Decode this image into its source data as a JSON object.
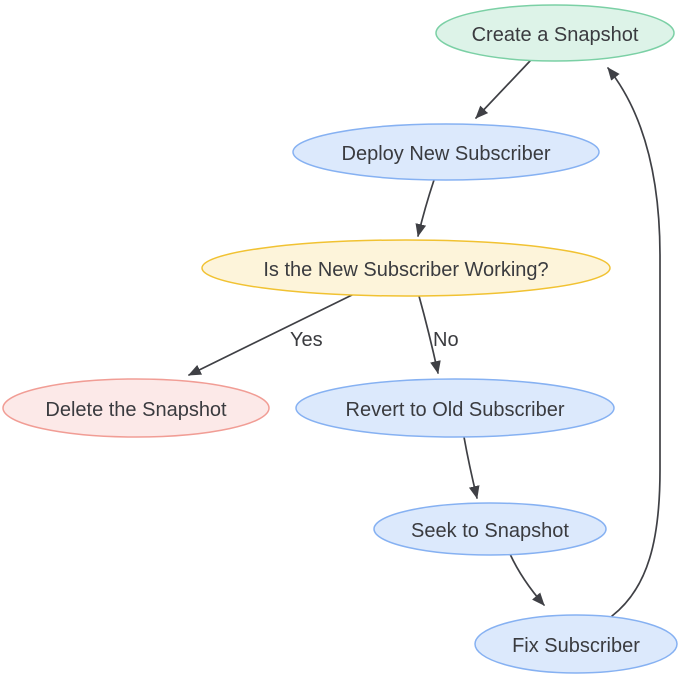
{
  "page": {
    "background": "#ffffff"
  },
  "diagram": {
    "type": "flowchart",
    "direction": "top-down",
    "style": {
      "edge_color": "#3f4045",
      "text_color": "#3a3b3f",
      "background": "#ffffff"
    },
    "nodes": [
      {
        "id": "create_snapshot",
        "label": "Create a Snapshot",
        "shape": "ellipse",
        "role": "start",
        "fill": "#ddf3e8",
        "stroke": "#7bd0a5"
      },
      {
        "id": "deploy_new_subscriber",
        "label": "Deploy New Subscriber",
        "shape": "ellipse",
        "role": "process",
        "fill": "#dce9fc",
        "stroke": "#86b1f2"
      },
      {
        "id": "is_new_subscriber_working",
        "label": "Is the New Subscriber Working?",
        "shape": "ellipse",
        "role": "decision",
        "fill": "#fdf4da",
        "stroke": "#f1c232"
      },
      {
        "id": "delete_the_snapshot",
        "label": "Delete the Snapshot",
        "shape": "ellipse",
        "role": "end",
        "fill": "#fce9e8",
        "stroke": "#f19d95"
      },
      {
        "id": "revert_to_old_subscriber",
        "label": "Revert to Old Subscriber",
        "shape": "ellipse",
        "role": "process",
        "fill": "#dce9fc",
        "stroke": "#86b1f2"
      },
      {
        "id": "seek_to_snapshot",
        "label": "Seek to Snapshot",
        "shape": "ellipse",
        "role": "process",
        "fill": "#dce9fc",
        "stroke": "#86b1f2"
      },
      {
        "id": "fix_subscriber",
        "label": "Fix Subscriber",
        "shape": "ellipse",
        "role": "process",
        "fill": "#dce9fc",
        "stroke": "#86b1f2"
      }
    ],
    "edges": [
      {
        "from": "create_snapshot",
        "to": "deploy_new_subscriber",
        "label": ""
      },
      {
        "from": "deploy_new_subscriber",
        "to": "is_new_subscriber_working",
        "label": ""
      },
      {
        "from": "is_new_subscriber_working",
        "to": "delete_the_snapshot",
        "label": "Yes"
      },
      {
        "from": "is_new_subscriber_working",
        "to": "revert_to_old_subscriber",
        "label": "No"
      },
      {
        "from": "revert_to_old_subscriber",
        "to": "seek_to_snapshot",
        "label": ""
      },
      {
        "from": "seek_to_snapshot",
        "to": "fix_subscriber",
        "label": ""
      },
      {
        "from": "fix_subscriber",
        "to": "create_snapshot",
        "label": ""
      }
    ]
  }
}
